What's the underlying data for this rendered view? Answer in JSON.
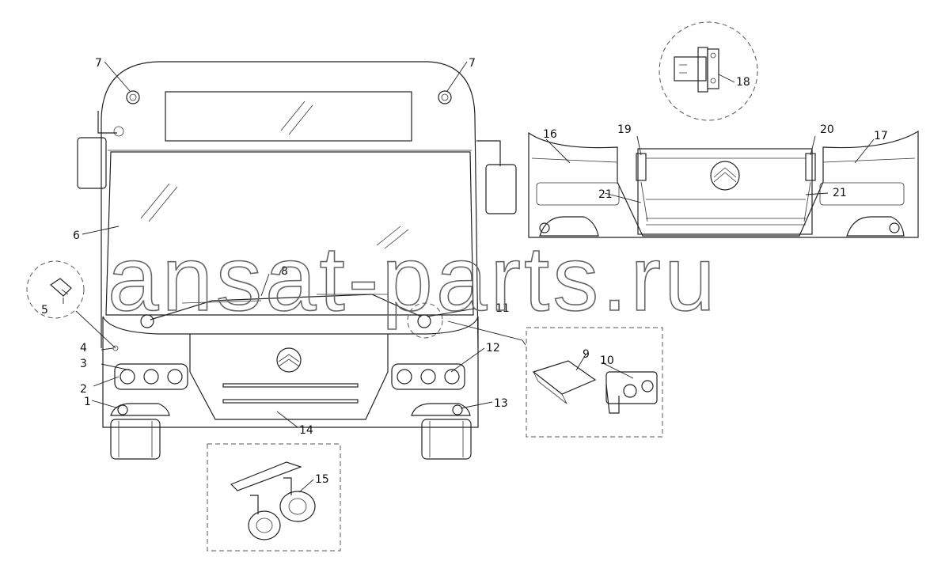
{
  "watermark": "ansat-parts.ru",
  "labels": {
    "l1": "1",
    "l2": "2",
    "l3": "3",
    "l4": "4",
    "l5": "5",
    "l6": "6",
    "l7a": "7",
    "l7b": "7",
    "l8": "8",
    "l9": "9",
    "l10": "10",
    "l11": "11",
    "l12": "12",
    "l13": "13",
    "l14": "14",
    "l15": "15",
    "l16": "16",
    "l17": "17",
    "l18": "18",
    "l19": "19",
    "l20": "20",
    "l21a": "21",
    "l21b": "21"
  }
}
